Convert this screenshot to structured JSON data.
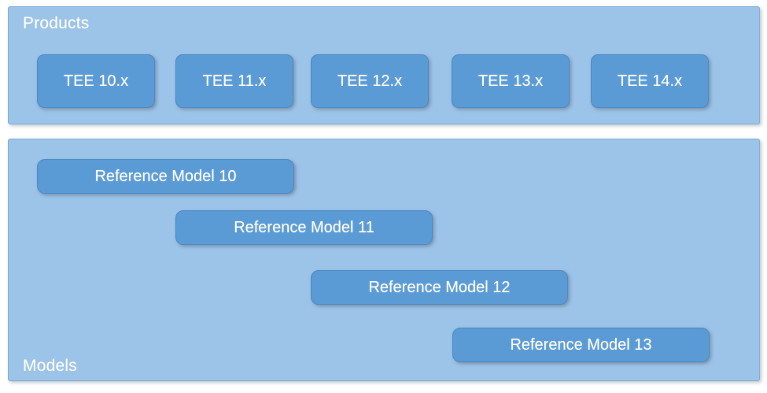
{
  "diagram": {
    "title": "",
    "colors": {
      "panel_background": "#9CC3E8",
      "panel_border": "#7FAEDC",
      "node_background": "#5B9BD5",
      "node_border": "#4E8BC4",
      "text": "#FFFFFF",
      "page_background": "#FFFFFF"
    },
    "panels": [
      {
        "id": "products",
        "label": "Products",
        "label_position": "top-left",
        "nodes": [
          {
            "label": "TEE 10.x"
          },
          {
            "label": "TEE 11.x"
          },
          {
            "label": "TEE 12.x"
          },
          {
            "label": "TEE 13.x"
          },
          {
            "label": "TEE 14.x"
          }
        ]
      },
      {
        "id": "models",
        "label": "Models",
        "label_position": "bottom-left",
        "nodes": [
          {
            "label": "Reference Model 10"
          },
          {
            "label": "Reference Model 11"
          },
          {
            "label": "Reference Model 12"
          },
          {
            "label": "Reference Model 13"
          }
        ]
      }
    ]
  }
}
